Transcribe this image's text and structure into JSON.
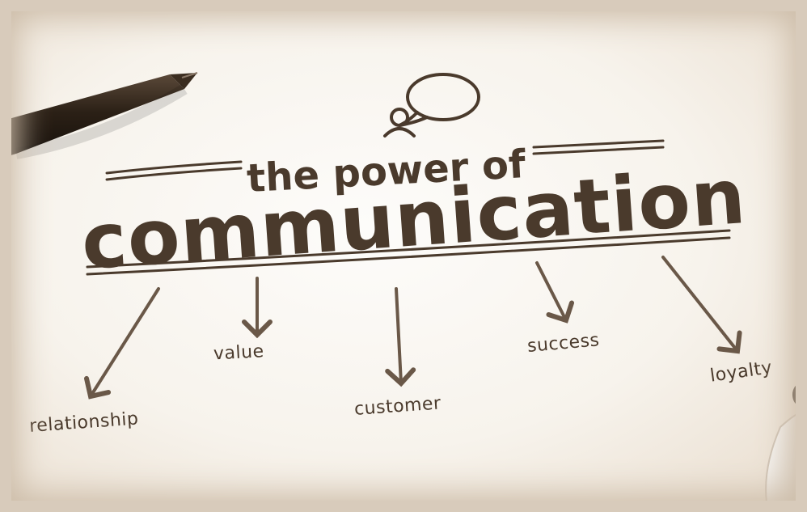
{
  "diagram": {
    "subtitle": "the power of",
    "title": "communication",
    "leaves": [
      "relationship",
      "value",
      "customer",
      "success",
      "loyalty"
    ]
  },
  "icons": {
    "person": "person-icon",
    "speech_bubble": "speech-bubble-icon"
  },
  "colors": {
    "ink": "#4a3a2c",
    "paper": "#fbf8f3",
    "border": "#d8cbbb",
    "pen": "#2d2218"
  }
}
